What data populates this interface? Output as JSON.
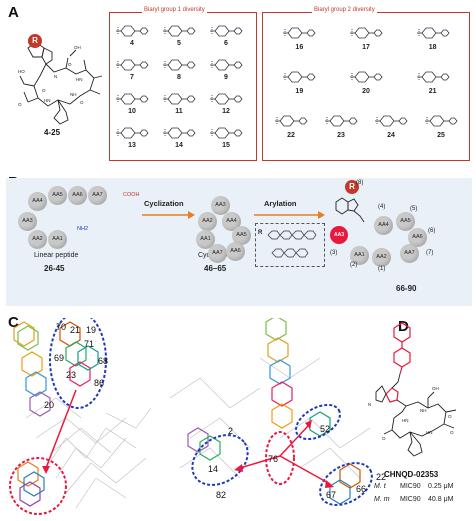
{
  "panels": {
    "a": "A",
    "b": "B",
    "c": "C",
    "d": "D"
  },
  "panel_a": {
    "r_label": "R",
    "compound_range": "4-25",
    "group1_title": "Biaryl group 1 diversity",
    "group2_title": "Biaryl group 2 diversity",
    "group1": [
      {
        "id": "4"
      },
      {
        "id": "5"
      },
      {
        "id": "6"
      },
      {
        "id": "7"
      },
      {
        "id": "8"
      },
      {
        "id": "9"
      },
      {
        "id": "10"
      },
      {
        "id": "11"
      },
      {
        "id": "12"
      },
      {
        "id": "13"
      },
      {
        "id": "14"
      },
      {
        "id": "15"
      }
    ],
    "group2": [
      {
        "id": "16"
      },
      {
        "id": "17"
      },
      {
        "id": "18"
      },
      {
        "id": "19"
      },
      {
        "id": "20"
      },
      {
        "id": "21"
      },
      {
        "id": "22"
      },
      {
        "id": "23"
      },
      {
        "id": "24"
      },
      {
        "id": "25"
      }
    ]
  },
  "panel_b": {
    "linear": {
      "caption": "Linear peptide",
      "range": "26-45",
      "nodes": [
        "AA4",
        "AA5",
        "AA6",
        "AA7",
        "AA3",
        "AA2",
        "AA1"
      ],
      "cooh": "COOH",
      "nh2": "NH2"
    },
    "cyclization": "Cyclization",
    "cyclic": {
      "caption": "Cyclopeptides",
      "range": "46–65",
      "nodes": [
        "AA3",
        "AA2",
        "AA4",
        "AA1",
        "AA5",
        "AA7",
        "AA6"
      ]
    },
    "arylation": "Arylation",
    "r_box_label": "R",
    "product": {
      "range": "66-90",
      "nodes": [
        "AA3",
        "AA4",
        "AA5",
        "AA6",
        "AA7",
        "AA1",
        "AA2"
      ],
      "r_label": "R",
      "positions": [
        "(8)",
        "(4)",
        "(5)",
        "(6)",
        "(7)",
        "(3)",
        "(2)",
        "(1)"
      ]
    }
  },
  "panel_c": {
    "left_labels": [
      "70",
      "21",
      "19",
      "71",
      "69",
      "68",
      "23",
      "86",
      "20"
    ],
    "right_labels": [
      "52",
      "2",
      "76",
      "14",
      "82",
      "22",
      "67",
      "66"
    ]
  },
  "panel_d": {
    "compound": "CHNQD-02353",
    "rows": [
      {
        "org": "M. t",
        "label": "MIC90",
        "value": "0.25 μM"
      },
      {
        "org": "M. m",
        "label": "MIC90",
        "value": "40.8 μM"
      }
    ]
  },
  "colors": {
    "red": "#c0392b",
    "panel_b_bg": "#e9f0f8",
    "node": "#c9c9c9",
    "arrow": "#e67e22",
    "highlight": "#e8193c",
    "blue_dash": "#1f3ab8"
  }
}
